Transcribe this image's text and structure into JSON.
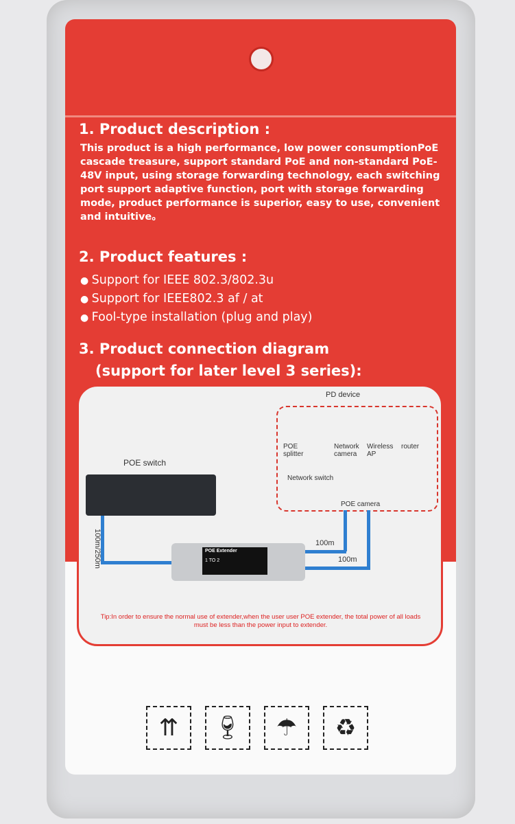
{
  "sections": {
    "s1_title": "1. Product description :",
    "s1_body": "This product is a high performance, low power consumptionPoE cascade treasure, support standard PoE and non-standard PoE-48V input, using storage forwarding technology, each switching port support adaptive function, port with storage forwarding mode, product performance is superior, easy to use, convenient and intuitive。",
    "s2_title": "2. Product features :",
    "features": [
      "Support for IEEE 802.3/802.3u",
      "Support for IEEE802.3 af / at",
      "Fool-type installation (plug and play)"
    ],
    "s3_title": "3. Product connection diagram",
    "s3_subtitle": "(support for later level 3 series):"
  },
  "diagram": {
    "pd_device": "PD device",
    "poe_switch": "POE switch",
    "poe_splitter": "POE splitter",
    "network_camera": "Network camera",
    "wireless_ap": "Wireless AP",
    "router": "router",
    "network_switch": "Network switch",
    "poe_camera": "POE camera",
    "extender_label": "POE Extender",
    "extender_ratio": "1 TO 2",
    "len_in": "100m/250m",
    "len_out1": "100m",
    "len_out2": "100m",
    "tip": "Tip:In order to ensure the normal use of extender,when the user user POE extender, the total power of all loads must be less than the power input to extender."
  },
  "icons": [
    "this-way-up-icon",
    "fragile-icon",
    "keep-dry-icon",
    "recycle-icon"
  ],
  "colors": {
    "brand_red": "#e43d34",
    "cable_blue": "#2f7fd0"
  }
}
